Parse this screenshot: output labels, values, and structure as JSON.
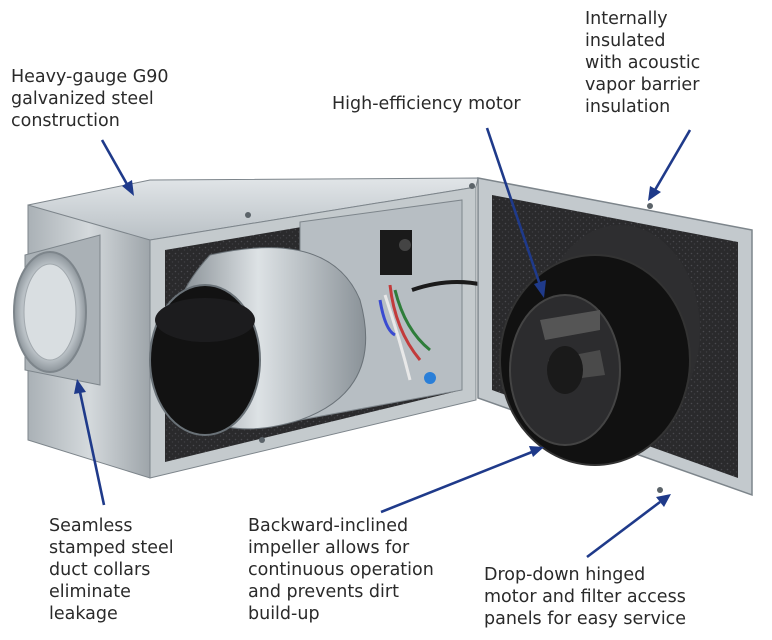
{
  "labels": {
    "steel": "Heavy-gauge G90\ngalvanized steel\nconstruction",
    "motor": "High-efficiency motor",
    "insulation": "Internally\ninsulated\nwith acoustic\nvapor barrier\ninsulation",
    "collars": "Seamless\nstamped steel\nduct collars\neliminate\nleakage",
    "impeller": "Backward-inclined\nimpeller allows for\ncontinuous operation\nand prevents dirt\nbuild-up",
    "panels": "Drop-down hinged\nmotor and filter access\npanels for easy service"
  },
  "colors": {
    "arrow": "#1f3a8a",
    "steel_light": "#c9cfd3",
    "steel_dark": "#8f979d",
    "insulation": "#2b2b2d",
    "impeller": "#151515"
  }
}
